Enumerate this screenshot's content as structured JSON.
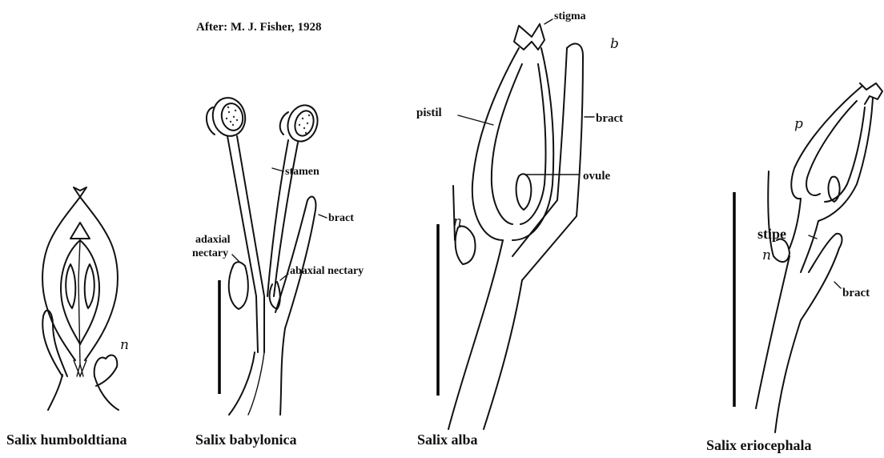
{
  "credit": "After: M. J. Fisher, 1928",
  "panel_letter": "b",
  "species": [
    {
      "caption": "Salix humboldtiana",
      "labels": {
        "nectary": "n"
      }
    },
    {
      "caption": "Salix babylonica",
      "labels": {
        "stamen": "stamen",
        "bract": "bract",
        "adaxial_nectary_line1": "adaxial",
        "adaxial_nectary_line2": "nectary",
        "abaxial_nectary": "abaxial nectary"
      }
    },
    {
      "caption": "Salix alba",
      "labels": {
        "stigma": "stigma",
        "pistil": "pistil",
        "bract": "bract",
        "ovule": "ovule",
        "nectary": "n"
      }
    },
    {
      "caption": "Salix eriocephala",
      "labels": {
        "pistil": "p",
        "stipe": "stipe",
        "nectary": "n",
        "bract": "bract"
      }
    }
  ]
}
